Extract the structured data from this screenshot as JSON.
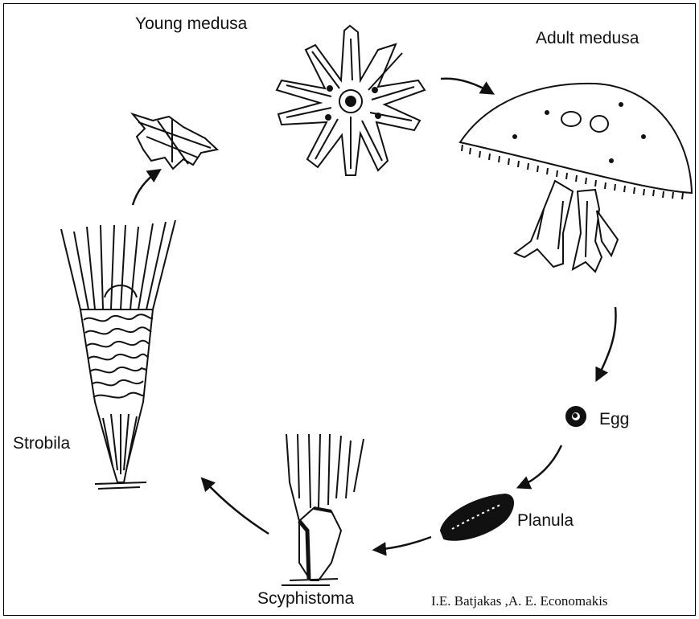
{
  "labels": {
    "young_medusa": "Young medusa",
    "adult_medusa": "Adult medusa",
    "egg": "Egg",
    "planula": "Planula",
    "scyphistoma": "Scyphistoma",
    "strobila": "Strobila"
  },
  "credit": "I.E. Batjakas ,A. E. Economakis",
  "colors": {
    "ink": "#111111",
    "background": "#ffffff"
  }
}
